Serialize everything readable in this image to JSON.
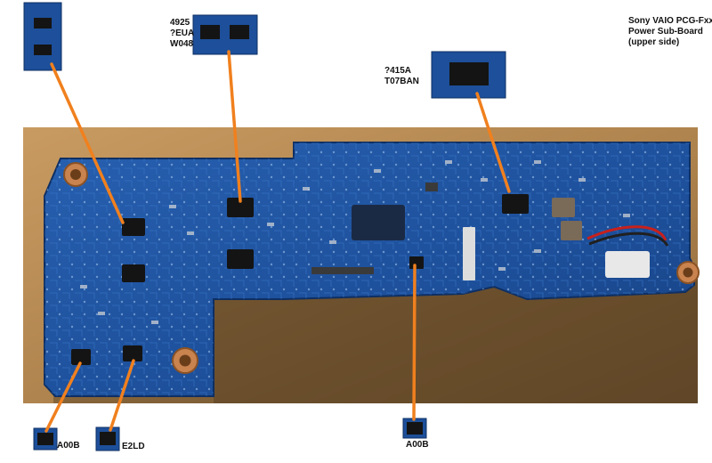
{
  "title": {
    "line1": "Sony VAIO PCG-Fxxx",
    "line2": "Power Sub-Board",
    "line3": "(upper side)"
  },
  "labels": {
    "chip_4925": [
      "4925",
      "?EUA",
      "W048"
    ],
    "chip_415a": [
      "?415A",
      "T07BAN"
    ],
    "bottom_left_a00b": "A00B",
    "bottom_e2ld": "E2LD",
    "bottom_center_a00b": "A00B"
  },
  "colors": {
    "board": "#1d4f9a",
    "board_dark": "#153c78",
    "wood": "#b58b55",
    "pointer": "#f0801e",
    "chip": "#161616"
  }
}
